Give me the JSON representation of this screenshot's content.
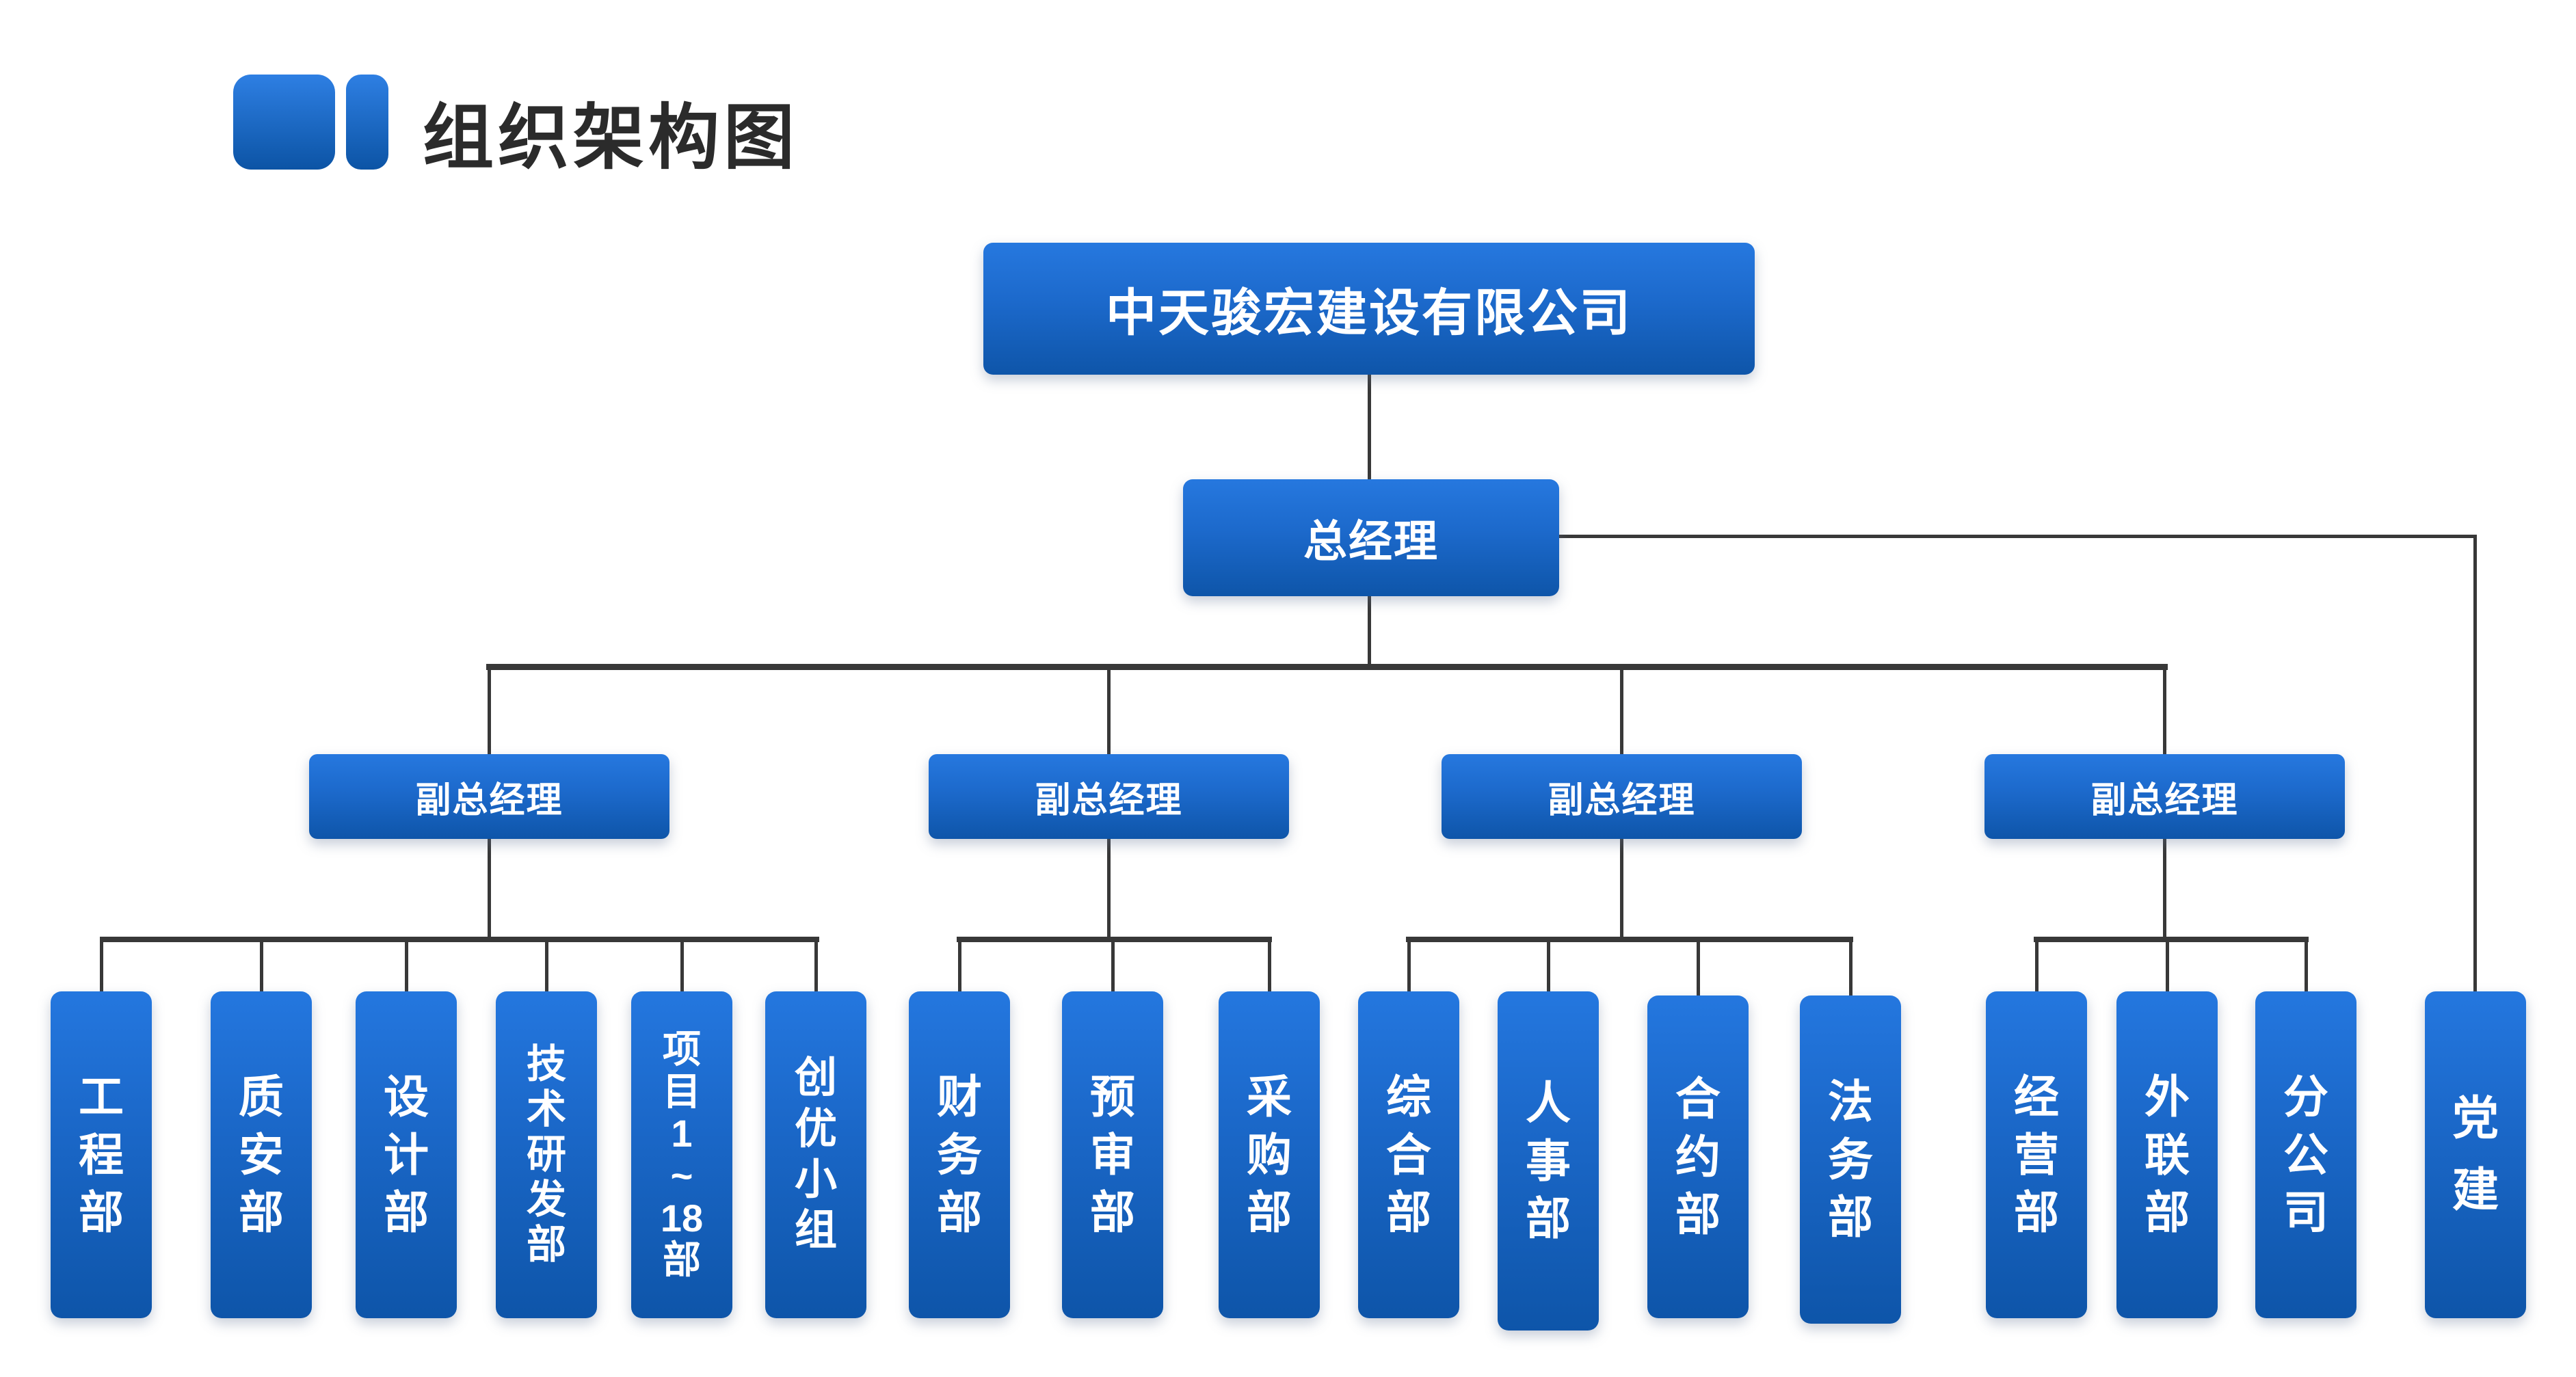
{
  "header": {
    "title": "组织架构图"
  },
  "org": {
    "company": "中天骏宏建设有限公司",
    "general_manager": "总经理",
    "party": {
      "label": "党建",
      "lines": [
        "党",
        "建"
      ]
    },
    "groups": [
      {
        "label": "副总经理",
        "departments": [
          {
            "label": "工程部",
            "lines": [
              "工",
              "程",
              "部"
            ]
          },
          {
            "label": "质安部",
            "lines": [
              "质",
              "安",
              "部"
            ]
          },
          {
            "label": "设计部",
            "lines": [
              "设",
              "计",
              "部"
            ]
          },
          {
            "label": "技术研发部",
            "lines": [
              "技",
              "术",
              "研",
              "发",
              "部"
            ]
          },
          {
            "label": "项目1~18部",
            "lines": [
              "项",
              "目",
              "1",
              "~",
              "18",
              "部"
            ]
          },
          {
            "label": "创优小组",
            "lines": [
              "创",
              "优",
              "小",
              "组"
            ]
          }
        ]
      },
      {
        "label": "副总经理",
        "departments": [
          {
            "label": "财务部",
            "lines": [
              "财",
              "务",
              "部"
            ]
          },
          {
            "label": "预审部",
            "lines": [
              "预",
              "审",
              "部"
            ]
          },
          {
            "label": "采购部",
            "lines": [
              "采",
              "购",
              "部"
            ]
          }
        ]
      },
      {
        "label": "副总经理",
        "departments": [
          {
            "label": "综合部",
            "lines": [
              "综",
              "合",
              "部"
            ]
          },
          {
            "label": "人事部",
            "lines": [
              "人",
              "事",
              "部"
            ]
          },
          {
            "label": "合约部",
            "lines": [
              "合",
              "约",
              "部"
            ]
          },
          {
            "label": "法务部",
            "lines": [
              "法",
              "务",
              "部"
            ]
          }
        ]
      },
      {
        "label": "副总经理",
        "departments": [
          {
            "label": "经营部",
            "lines": [
              "经",
              "营",
              "部"
            ]
          },
          {
            "label": "外联部",
            "lines": [
              "外",
              "联",
              "部"
            ]
          },
          {
            "label": "分公司",
            "lines": [
              "分",
              "公",
              "司"
            ]
          }
        ]
      }
    ]
  },
  "colors": {
    "box_gradient_top": "#2678DF",
    "box_gradient_bottom": "#0E55A9",
    "connector_line": "#383838",
    "title_text": "#2B2B2B",
    "box_text": "#FFFFFF"
  }
}
